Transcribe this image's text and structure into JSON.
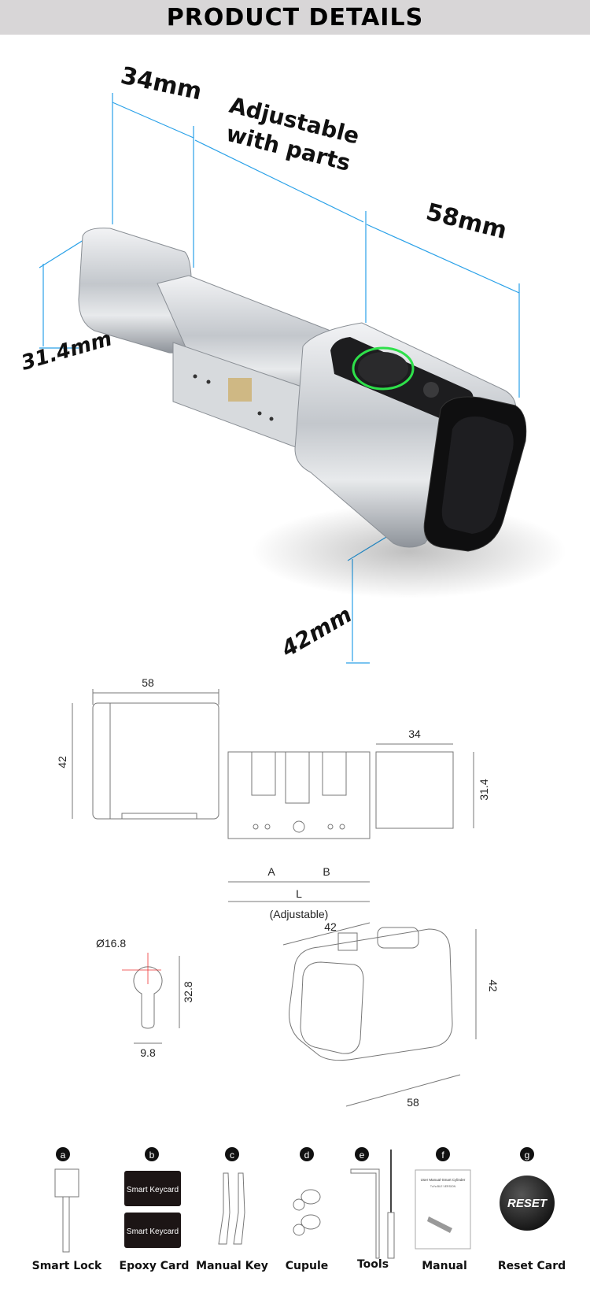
{
  "header": {
    "title": "PRODUCT DETAILS"
  },
  "render_dimensions": {
    "knob_width": "34mm",
    "adjustable_line1": "Adjustable",
    "adjustable_line2": "with parts",
    "body_length": "58mm",
    "knob_height": "31.4mm",
    "body_height": "42mm"
  },
  "technical_drawing": {
    "body_length": "58",
    "body_height": "42",
    "knob_width": "34",
    "knob_height": "31.4",
    "side_a": "A",
    "side_b": "B",
    "total_l": "L",
    "adjustable_note": "(Adjustable)",
    "keyhole_diameter": "Ø16.8",
    "keyhole_height": "32.8",
    "keyhole_width": "9.8",
    "iso_width": "42",
    "iso_height": "42",
    "iso_length": "58"
  },
  "accessories": [
    {
      "letter": "a",
      "label": "Smart Lock"
    },
    {
      "letter": "b",
      "label": "Epoxy Card",
      "card_text": "Smart Keycard"
    },
    {
      "letter": "c",
      "label": "Manual Key"
    },
    {
      "letter": "d",
      "label": "Cupule"
    },
    {
      "letter": "e",
      "label": "Tools"
    },
    {
      "letter": "f",
      "label": "Manual",
      "manual_title": "User Manual-Smart Cylinder",
      "manual_subtitle": "TuYa BLE VERSION"
    },
    {
      "letter": "g",
      "label": "Reset Card",
      "reset_text": "RESET"
    }
  ],
  "colors": {
    "header_bg": "#d8d6d7",
    "dimension_line": "#2aa1e8",
    "fingerprint_ring": "#2ee04a"
  }
}
